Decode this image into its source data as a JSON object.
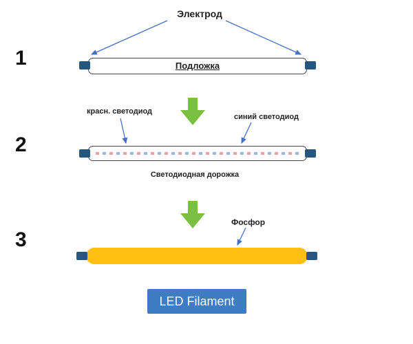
{
  "title": {
    "electrode": "Электрод"
  },
  "steps": [
    {
      "number": "1",
      "labels": {
        "substrate": "Подложка"
      }
    },
    {
      "number": "2",
      "labels": {
        "red_led": "красн. светодиод",
        "blue_led": "синий светодиод",
        "track": "Светодиодная дорожка"
      }
    },
    {
      "number": "3",
      "labels": {
        "phosphor": "Фосфор"
      }
    }
  ],
  "footer": {
    "button": "LED Filament"
  },
  "colors": {
    "electrode_cap": "#27567f",
    "green_arrow": "#7ac143",
    "phosphor_bar": "#ffc013",
    "footer_button": "#3f7cc2",
    "pointer_arrow": "#4472c4"
  }
}
